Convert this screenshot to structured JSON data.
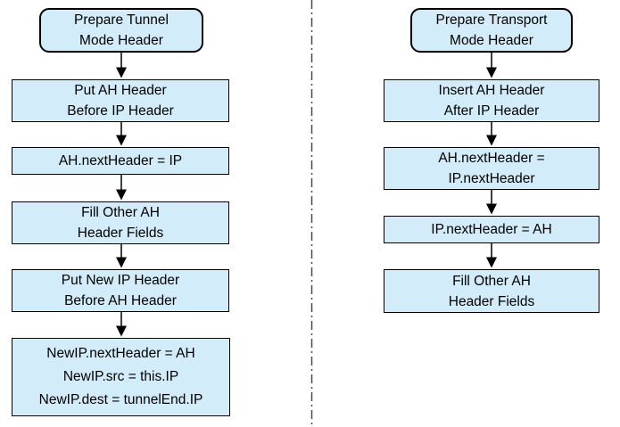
{
  "diagram": {
    "title": "AH header preparation flowcharts",
    "colors": {
      "box_fill": "#d3ecf9",
      "box_border": "#000000",
      "arrow": "#000000",
      "divider": "#4a4a4a",
      "background": "#ffffff"
    },
    "tunnel_flow": {
      "start": "Prepare Tunnel\nMode Header",
      "steps": [
        "Put AH Header\nBefore IP Header",
        "AH.nextHeader = IP",
        "Fill Other AH\nHeader Fields",
        "Put New IP Header\nBefore AH Header",
        "NewIP.nextHeader = AH\nNewIP.src = this.IP\nNewIP.dest = tunnelEnd.IP"
      ]
    },
    "transport_flow": {
      "start": "Prepare Transport\nMode Header",
      "steps": [
        "Insert AH Header\nAfter IP Header",
        "AH.nextHeader =\nIP.nextHeader",
        "IP.nextHeader = AH",
        "Fill Other AH\nHeader Fields"
      ]
    }
  }
}
